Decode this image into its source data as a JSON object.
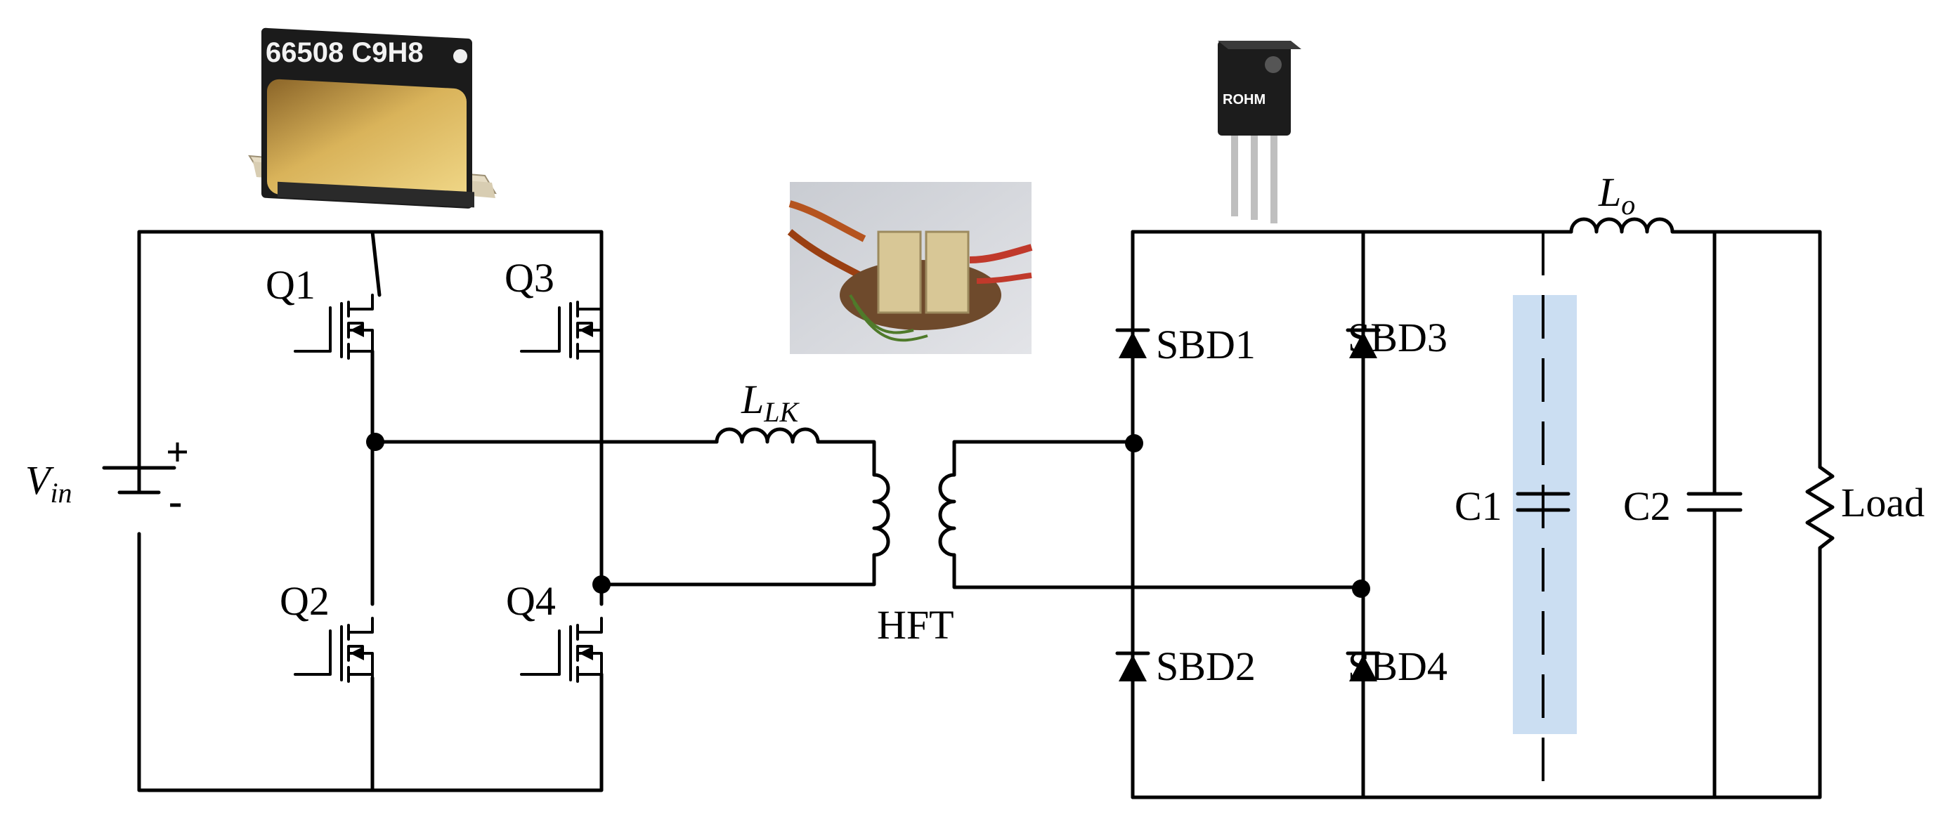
{
  "labels": {
    "vin_main": "V",
    "vin_sub": "in",
    "plus": "+",
    "minus": "-",
    "q1": "Q1",
    "q2": "Q2",
    "q3": "Q3",
    "q4": "Q4",
    "llk_main": "L",
    "llk_sub": "LK",
    "hft": "HFT",
    "sbd1": "SBD1",
    "sbd2": "SBD2",
    "sbd3": "SBD3",
    "sbd4": "SBD4",
    "c1": "C1",
    "c2": "C2",
    "lo_main": "L",
    "lo_sub": "o",
    "load": "Load"
  },
  "photos": {
    "gan_chip_marking": "66508 C9H8",
    "sic_diode_brand": "ROHM"
  },
  "colors": {
    "wire": "#000000",
    "highlight": "#b9d3ee",
    "gold": "#c9a24a",
    "copper": "#b5541f"
  }
}
